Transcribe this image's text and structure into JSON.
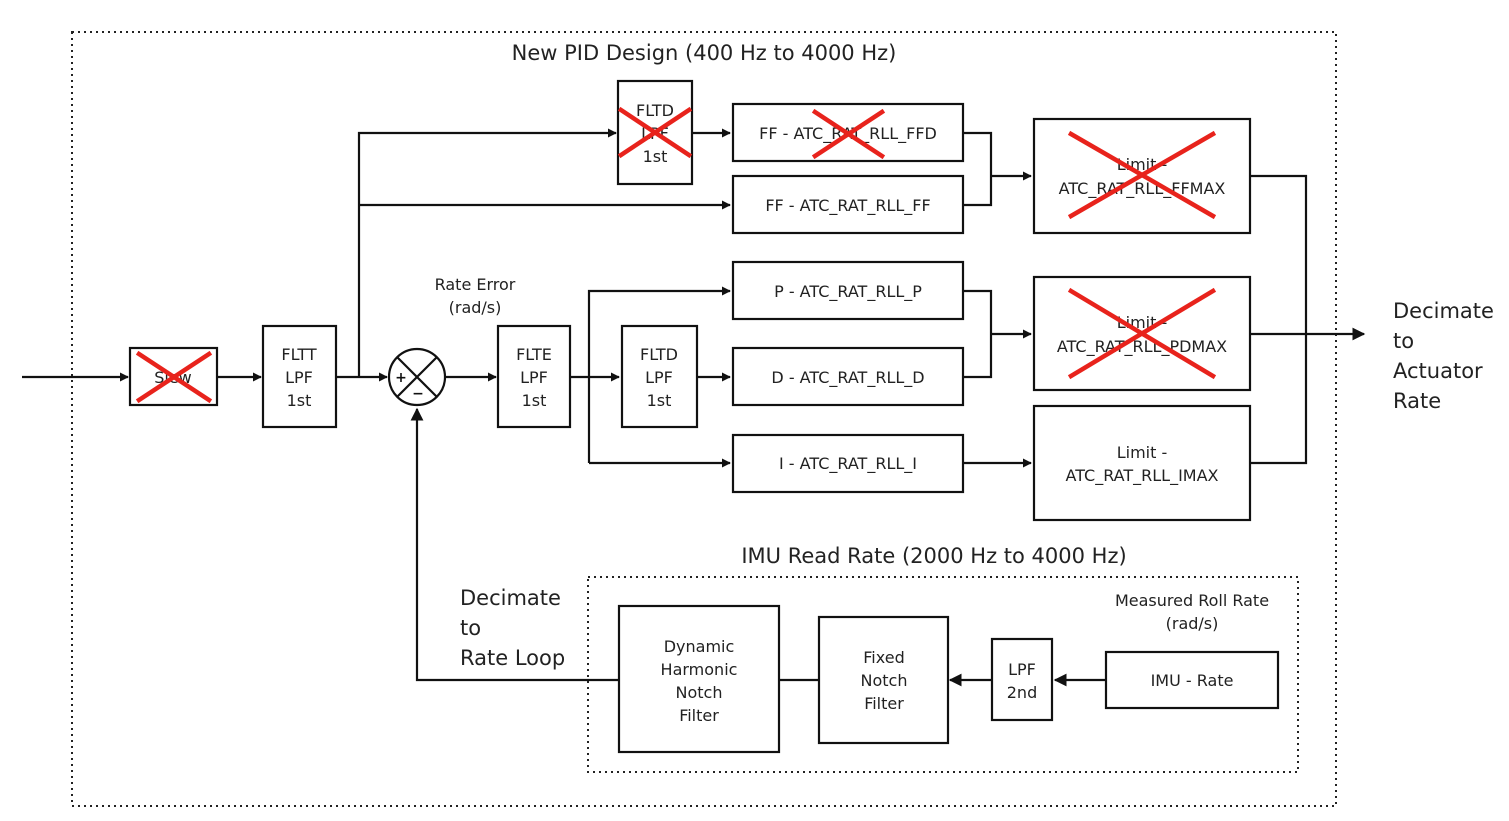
{
  "titles": {
    "pid_design": "New PID Design (400 Hz to 4000 Hz)",
    "imu_read": "IMU Read Rate (2000 Hz to 4000 Hz)"
  },
  "labels": {
    "rate_error": [
      "Rate Error",
      "(rad/s)"
    ],
    "measured_roll_rate": [
      "Measured Roll Rate",
      "(rad/s)"
    ],
    "decimate_actuator": [
      "Decimate",
      "to",
      "Actuator",
      "Rate"
    ],
    "decimate_rate_loop": [
      "Decimate",
      "to",
      "Rate Loop"
    ]
  },
  "blocks": {
    "slew": [
      "Slew"
    ],
    "fltt": [
      "FLTT",
      "LPF",
      "1st"
    ],
    "flte": [
      "FLTE",
      "LPF",
      "1st"
    ],
    "fltd_ff": [
      "FLTD",
      "LPF",
      "1st"
    ],
    "fltd_d": [
      "FLTD",
      "LPF",
      "1st"
    ],
    "ffd": [
      "FF - ATC_RAT_RLL_FFD"
    ],
    "ff": [
      "FF - ATC_RAT_RLL_FF"
    ],
    "p": [
      "P - ATC_RAT_RLL_P"
    ],
    "d": [
      "D - ATC_RAT_RLL_D"
    ],
    "i": [
      "I - ATC_RAT_RLL_I"
    ],
    "limit_ff": [
      "Limit -",
      "ATC_RAT_RLL_FFMAX"
    ],
    "limit_pd": [
      "Limit -",
      "ATC_RAT_RLL_PDMAX"
    ],
    "limit_i": [
      "Limit -",
      "ATC_RAT_RLL_IMAX"
    ],
    "dyn_notch": [
      "Dynamic",
      "Harmonic",
      "Notch",
      "Filter"
    ],
    "fixed_notch": [
      "Fixed",
      "Notch",
      "Filter"
    ],
    "lpf2": [
      "LPF",
      "2nd"
    ],
    "imu": [
      "IMU - Rate"
    ]
  },
  "summer_signs": {
    "plus": "+",
    "minus": "−"
  },
  "colors": {
    "strike": "#e8231c",
    "line": "#111111",
    "background": "#ffffff"
  }
}
